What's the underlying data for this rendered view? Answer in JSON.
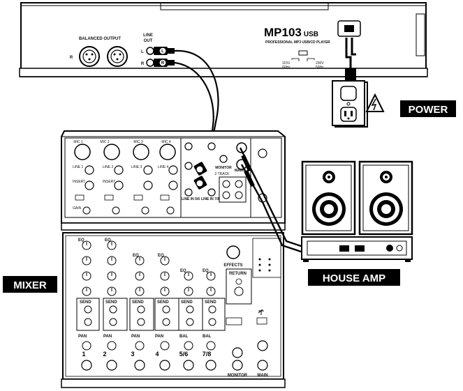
{
  "player": {
    "model": "MP103",
    "model_suffix": "USB",
    "subtitle": "PROFESSIONAL MP3 USB/CD PLAYER",
    "balanced_output_label": "BALANCED OUTPUT",
    "line_out_label_1": "LINE",
    "line_out_label_2": "OUT",
    "jack_r": "R",
    "jack_l": "L",
    "voltage_left_1": "115V",
    "voltage_left_2": "60Hz",
    "voltage_right_1": "230V",
    "voltage_right_2": "50Hz",
    "plug_l": "L",
    "plug_r": "R"
  },
  "labels": {
    "power": "POWER",
    "mixer": "MIXER",
    "house_amp": "HOUSE AMP"
  },
  "mixer": {
    "mic_labels": [
      "MIC 1",
      "MIC 2",
      "MIC 3",
      "MIC 4"
    ],
    "line_labels": [
      "LINE 1",
      "LINE 2",
      "LINE 3",
      "LINE 4"
    ],
    "insert_label": "INSERT",
    "gain_label": "GAIN",
    "line_in_56": "LINE IN 5/6",
    "line_in_78": "LINE IN 7/8",
    "monitor": "MONITOR",
    "main": "MAIN",
    "two_track": "2 TRACK",
    "eq": "EQ",
    "send": "SEND",
    "return": "RETURN",
    "effects": "EFFECTS",
    "pan": "PAN",
    "bal": "BAL",
    "channel_numbers": [
      "1",
      "2",
      "3",
      "4",
      "5/6",
      "7/8"
    ],
    "strip_bottom_labels": [
      "PAN",
      "PAN",
      "PAN",
      "PAN",
      "BAL",
      "BAL"
    ],
    "monitor_bottom": "MONITOR",
    "main_bottom": "MAIN"
  },
  "colors": {
    "ink": "#000000",
    "panel": "#ffffff",
    "cable": "#000000"
  }
}
